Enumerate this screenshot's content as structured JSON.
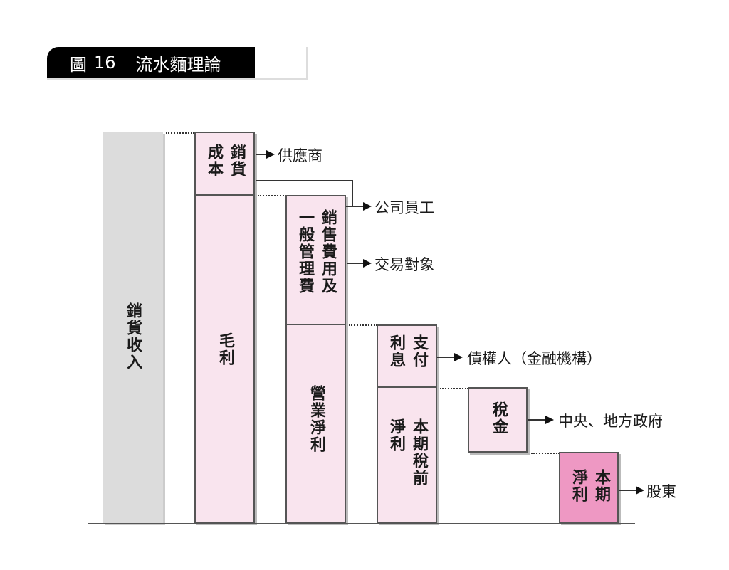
{
  "figure": {
    "prefix": "圖",
    "number": "16",
    "title": "流水麵理論"
  },
  "bars": {
    "sales_revenue": "銷貨收入",
    "cogs": "銷貨成本",
    "gross_profit": "毛利",
    "sga": "銷售費用及一般管理費",
    "operating_income": "營業淨利",
    "interest": "支付利息",
    "pretax_income": "本期稅前淨利",
    "tax": "稅金",
    "net_income": "本期淨利"
  },
  "bar_lines": {
    "cogs_1": "銷貨",
    "cogs_2": "成本",
    "sga_1": "銷售費用及",
    "sga_2": "一般管理費",
    "interest_1": "支付",
    "interest_2": "利息",
    "pretax_1": "本期稅前",
    "pretax_2": "淨利",
    "tax_1": "稅金",
    "net_1": "本期",
    "net_2": "淨利"
  },
  "recipients": {
    "suppliers": "供應商",
    "employees": "公司員工",
    "counterparties": "交易對象",
    "creditors": "債權人（金融機構）",
    "government": "中央、地方政府",
    "shareholders": "股東"
  },
  "colors": {
    "revenue": "#dcdcdc",
    "cost": "#f9e4ee",
    "net_income": "#ee98c3"
  }
}
